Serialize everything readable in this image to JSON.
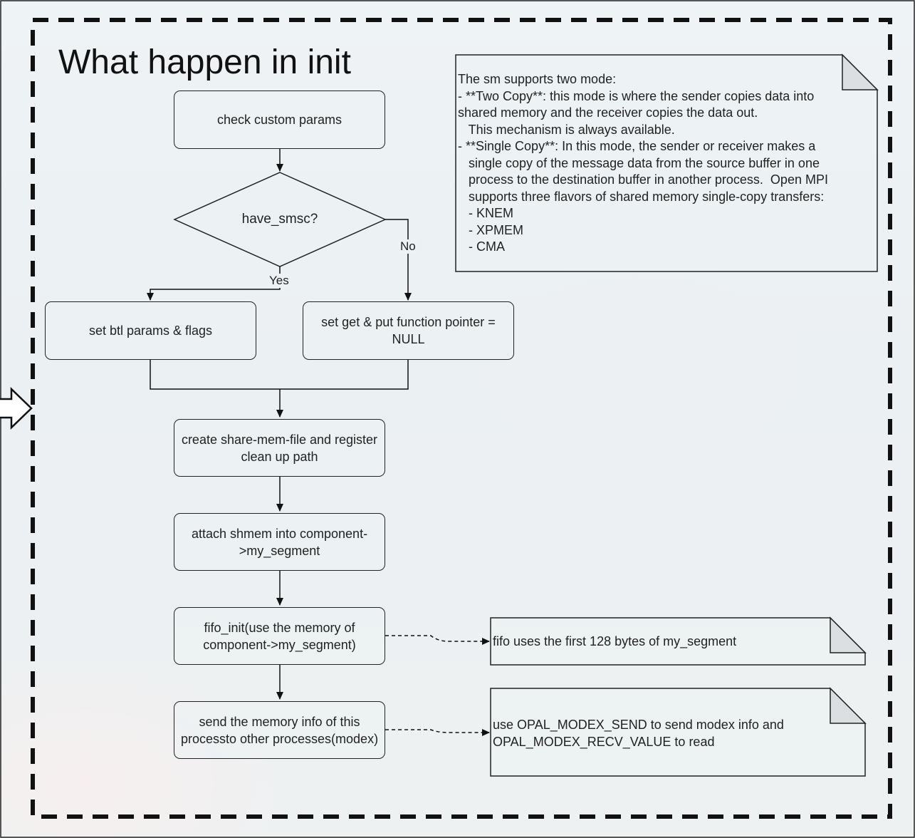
{
  "title": "What happen in init",
  "nodes": {
    "check_params": "check custom params",
    "have_smsc": "have_smsc?",
    "set_btl": "set btl params & flags",
    "set_null": "set get & put function pointer = NULL",
    "create_file": "create share-mem-file and register clean up path",
    "attach": "attach shmem into component->my_segment",
    "fifo_init": "fifo_init(use the memory of component->my_segment)",
    "send_info": "send the memory info of this processto other processes(modex)"
  },
  "edge_labels": {
    "yes": "Yes",
    "no": "No"
  },
  "notes": {
    "sm_modes": "The sm supports two mode:\n- **Two Copy**: this mode is where the sender copies data into\nshared memory and the receiver copies the data out.\n   This mechanism is always available.\n- **Single Copy**: In this mode, the sender or receiver makes a\n   single copy of the message data from the source buffer in one\n   process to the destination buffer in another process.  Open MPI\n   supports three flavors of shared memory single-copy transfers:\n   - KNEM\n   - XPMEM\n   - CMA",
    "fifo": "fifo uses the first 128 bytes of my_segment",
    "modex": "use OPAL_MODEX_SEND to send modex info and\nOPAL_MODEX_RECV_VALUE to read"
  }
}
